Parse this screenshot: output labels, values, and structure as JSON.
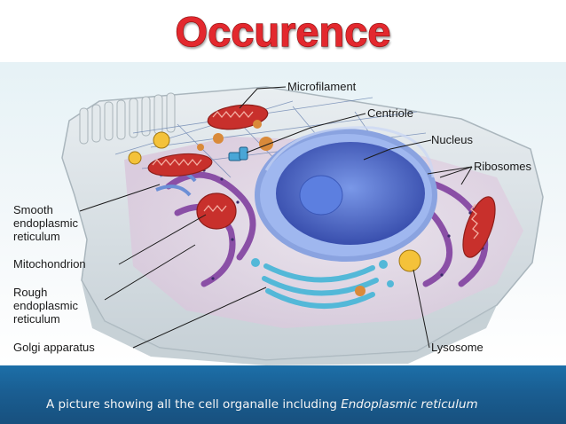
{
  "slide": {
    "title": "Occurence",
    "caption_prefix": "A picture showing all the  cell organalle including ",
    "caption_emphasis": "Endoplasmic reticulum"
  },
  "diagram": {
    "labels": {
      "microfilament": "Microfilament",
      "centriole": "Centriole",
      "nucleus": "Nucleus",
      "ribosomes": "Ribosomes",
      "smooth_er_1": "Smooth",
      "smooth_er_2": "endoplasmic",
      "smooth_er_3": "reticulum",
      "mitochondrion": "Mitochondrion",
      "rough_er_1": "Rough",
      "rough_er_2": "endoplasmic",
      "rough_er_3": "reticulum",
      "golgi": "Golgi apparatus",
      "lysosome": "Lysosome"
    }
  },
  "colors": {
    "title_red": "#e3282e",
    "footer_blue": "#1a5e92",
    "membrane": "#d9e1e6",
    "nucleus": "#4a6fd0",
    "mitochondrion": "#c8302c",
    "er_purple": "#8a4fa6",
    "golgi_cyan": "#53b8d8"
  }
}
